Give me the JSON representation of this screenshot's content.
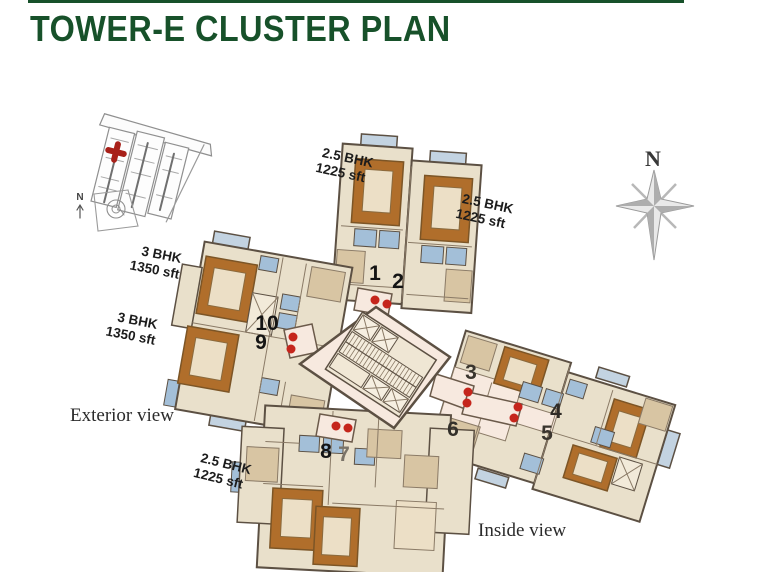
{
  "page": {
    "title": "TOWER-E CLUSTER PLAN"
  },
  "plan": {
    "unit_numbers": [
      "1",
      "2",
      "3",
      "4",
      "5",
      "6",
      "7",
      "8",
      "9",
      "10"
    ],
    "labels": {
      "top_left": {
        "line1": "2.5 BHK",
        "line2": "1225 sft"
      },
      "top_right": {
        "line1": "2.5 BHK",
        "line2": "1225 sft"
      },
      "left_upper": {
        "line1": "3 BHK",
        "line2": "1350 sft"
      },
      "left_lower": {
        "line1": "3 BHK",
        "line2": "1350 sft"
      },
      "bottom_left": {
        "line1": "2.5 BHK",
        "line2": "1225 sft"
      }
    },
    "views": {
      "exterior": "Exterior view",
      "inside": "Inside view"
    }
  },
  "compass": {
    "north_label": "N"
  },
  "site_key": {
    "north_label": "N"
  },
  "colors": {
    "title_green": "#17512a",
    "plan_cream": "#e9e0cb",
    "room_orange": "#b06e2b",
    "bath_blue": "#a3bfd8",
    "balcony_blue": "#c3d3e1",
    "bed_tan": "#d8c5a3",
    "core_pink": "#f7e9df",
    "wall_brown": "#5c5043",
    "entry_red": "#c5251c"
  }
}
